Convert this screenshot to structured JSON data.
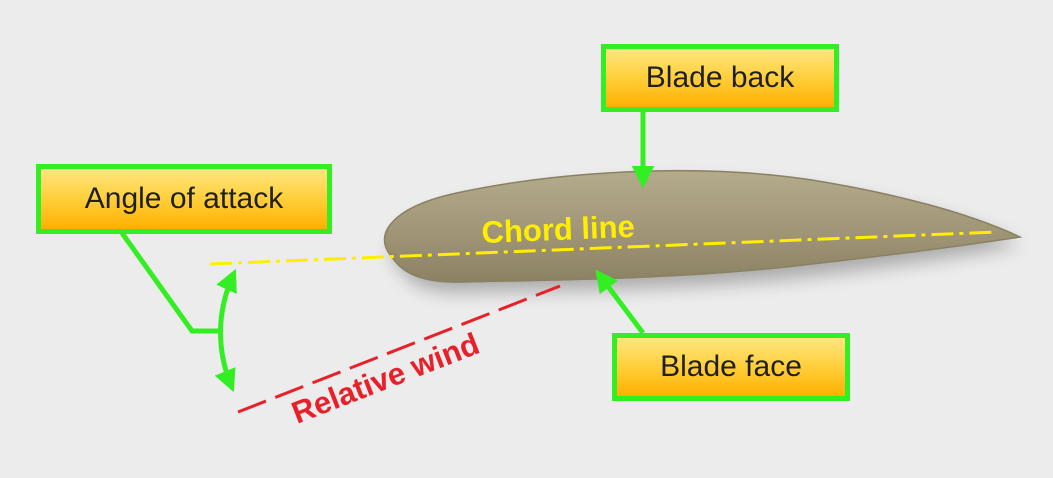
{
  "diagram": {
    "labels": {
      "blade_back": "Blade back",
      "angle_of_attack": "Angle of attack",
      "blade_face": "Blade face",
      "chord_line": "Chord line",
      "relative_wind": "Relative wind"
    },
    "colors": {
      "background": "#ececec",
      "callout_border": "#33ee22",
      "callout_fill_top": "#ffe680",
      "callout_fill_bottom": "#ffb000",
      "leader_line": "#33ee22",
      "airfoil_fill": "#a39a7a",
      "airfoil_stroke": "#8a8062",
      "chord_line": "#ffee00",
      "relative_wind": "#e8202a"
    }
  }
}
